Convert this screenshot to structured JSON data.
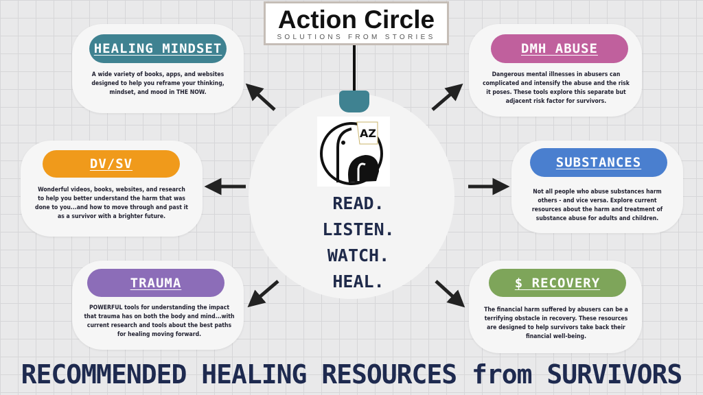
{
  "logo": {
    "title": "Action Circle",
    "subtitle": "SOLUTIONS FROM STORIES"
  },
  "center": {
    "badge": "AZ",
    "words": [
      "READ.",
      "LISTEN.",
      "WATCH.",
      "HEAL."
    ]
  },
  "categories": [
    {
      "label": "HEALING MINDSET",
      "color": "#3f8291",
      "text": "A wide variety of books, apps, and websites designed to help you reframe your thinking, mindset, and mood in THE NOW."
    },
    {
      "label": "DMH ABUSE",
      "color": "#c0609d",
      "text": "Dangerous mental illnesses in abusers can complicated and intensify the abuse and the risk it poses. These tools explore this separate but adjacent risk factor for survivors."
    },
    {
      "label": "DV/SV",
      "color": "#f09a1b",
      "text": "Wonderful videos, books, websites, and research to help you better understand the harm that was done to you...and how to move through and past it as a survivor with a brighter future."
    },
    {
      "label": "SUBSTANCES",
      "color": "#4a7fcf",
      "text": "Not all people who abuse substances harm others - and vice versa. Explore current resources about the harm and treatment of substance abuse for adults and children."
    },
    {
      "label": "TRAUMA",
      "color": "#8c6db8",
      "text": "POWERFUL tools for understanding the impact that trauma has on both the body and mind...with current research and tools about the best paths for healing moving forward."
    },
    {
      "label": "$ RECOVERY",
      "color": "#7ea55a",
      "text": "The financial harm suffered by abusers can be a terrifying obstacle in recovery. These resources are designed to help survivors take back their financial well-being."
    }
  ],
  "footer": {
    "title": "RECOMMENDED HEALING RESOURCES from SURVIVORS"
  }
}
